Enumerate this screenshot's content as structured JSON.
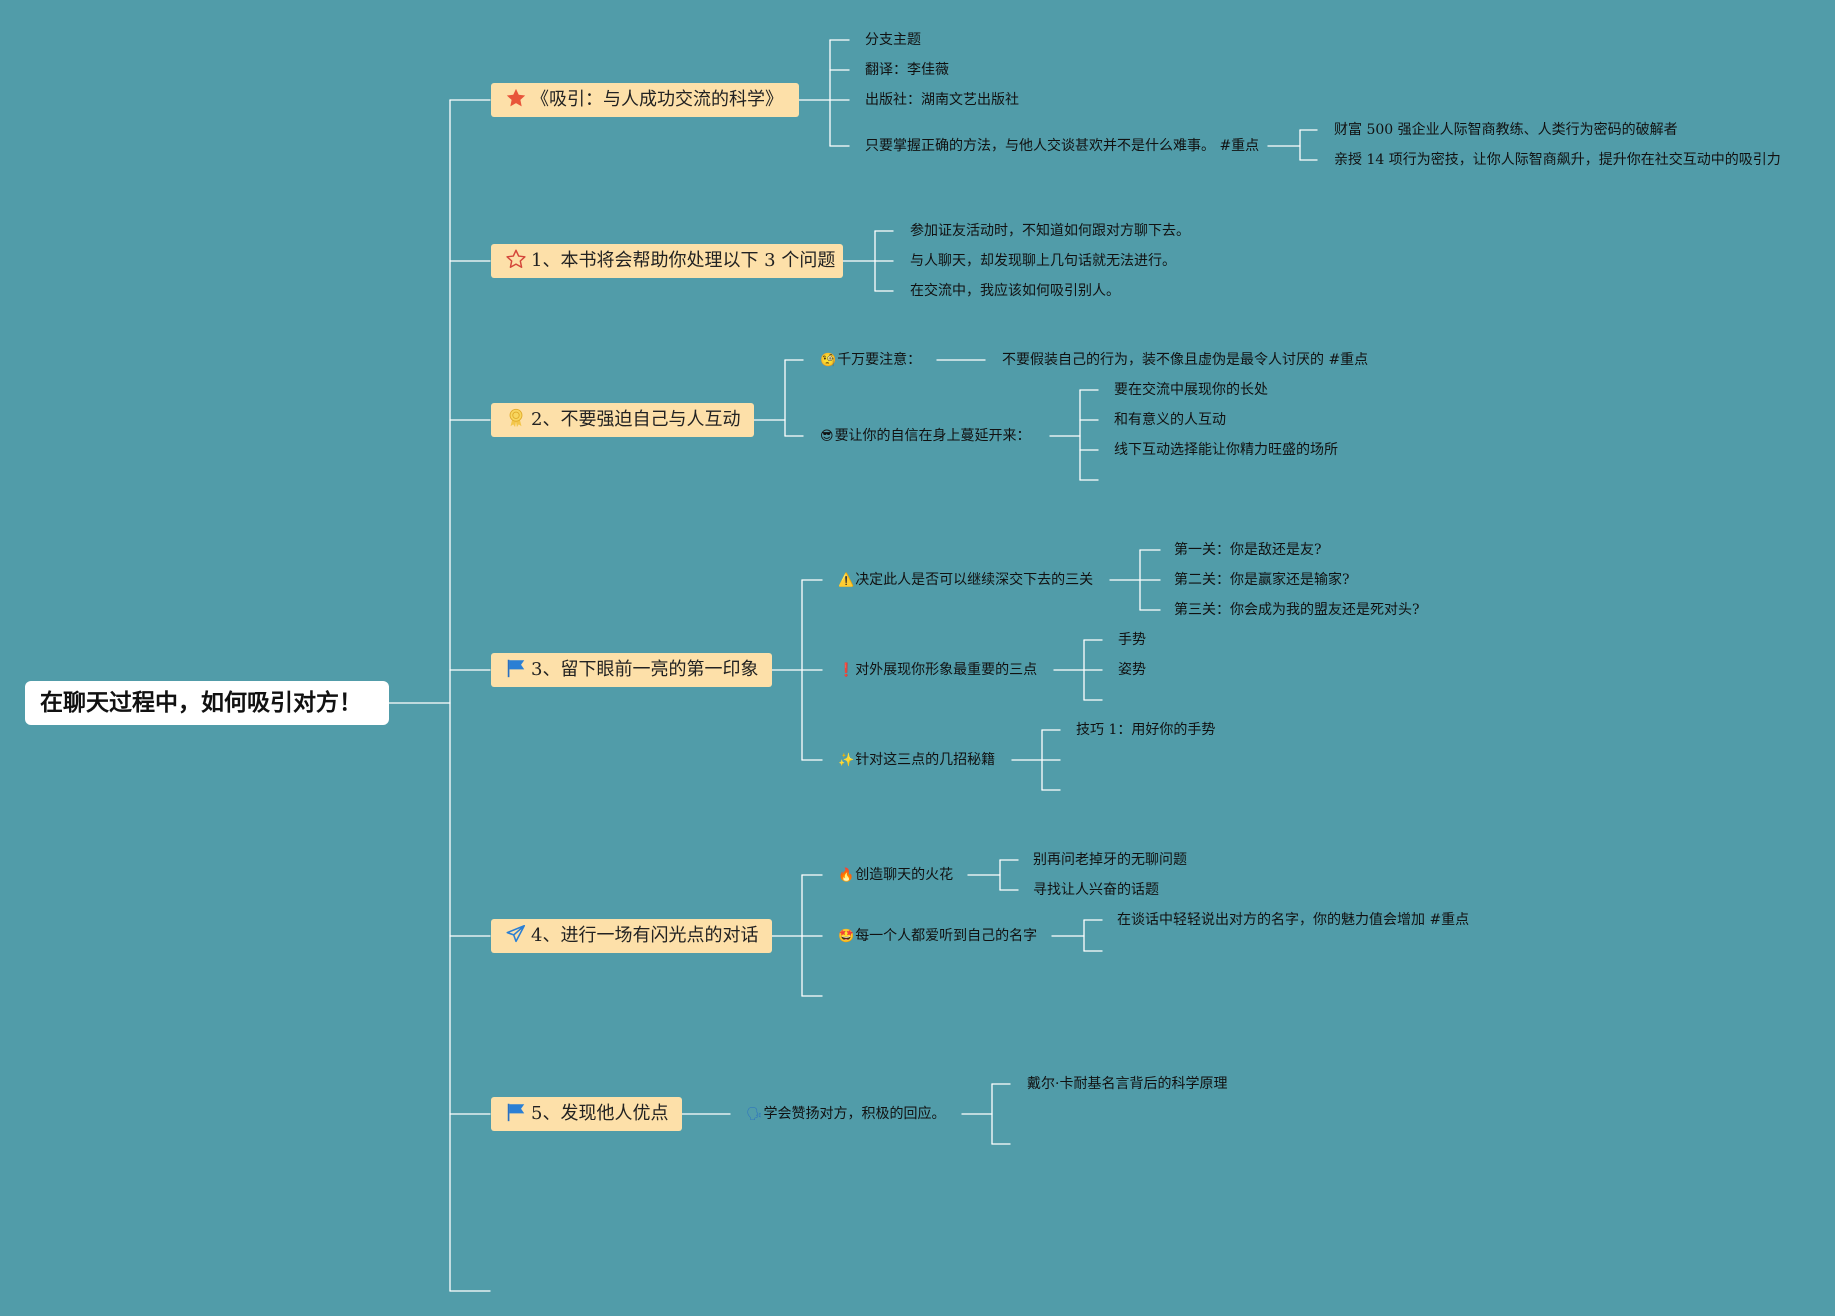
{
  "root": {
    "label": "在聊天过程中，如何吸引对方！"
  },
  "branches": [
    {
      "label": "《吸引：与人成功交流的科学》",
      "icon": "star-filled-icon",
      "children": [
        {
          "label": "分支主题"
        },
        {
          "label": "翻译：李佳薇"
        },
        {
          "label": "出版社：湖南文艺出版社"
        },
        {
          "label": "只要掌握正确的方法，与他人交谈甚欢并不是什么难事。 #重点",
          "children": [
            {
              "label": "财富 500 强企业人际智商教练、人类行为密码的破解者"
            },
            {
              "label": "亲授 14 项行为密技，让你人际智商飙升，提升你在社交互动中的吸引力"
            }
          ]
        }
      ]
    },
    {
      "label": "1、本书将会帮助你处理以下 3 个问题",
      "icon": "star-outline-icon",
      "children": [
        {
          "label": "参加证友活动时，不知道如何跟对方聊下去。"
        },
        {
          "label": "与人聊天，却发现聊上几句话就无法进行。"
        },
        {
          "label": "在交流中，我应该如何吸引别人。"
        }
      ]
    },
    {
      "label": "2、不要强迫自己与人互动",
      "icon": "award-ribbon-icon",
      "children": [
        {
          "label": "千万要注意：",
          "emoji": "🧐",
          "children": [
            {
              "label": "不要假装自己的行为，装不像且虚伪是最令人讨厌的 #重点"
            }
          ]
        },
        {
          "label": "要让你的自信在身上蔓延开来：",
          "emoji": "😎",
          "children": [
            {
              "label": "要在交流中展现你的长处"
            },
            {
              "label": "和有意义的人互动"
            },
            {
              "label": "线下互动选择能让你精力旺盛的场所"
            },
            {
              "label": ""
            }
          ]
        }
      ]
    },
    {
      "label": "3、留下眼前一亮的第一印象",
      "icon": "flag-icon",
      "children": [
        {
          "label": "决定此人是否可以继续深交下去的三关",
          "emoji": "⚠️",
          "children": [
            {
              "label": "第一关：你是敌还是友?"
            },
            {
              "label": "第二关：你是赢家还是输家?"
            },
            {
              "label": "第三关：你会成为我的盟友还是死对头?"
            }
          ]
        },
        {
          "label": "对外展现你形象最重要的三点",
          "emoji": "❗",
          "children": [
            {
              "label": "手势"
            },
            {
              "label": "姿势"
            },
            {
              "label": ""
            }
          ]
        },
        {
          "label": "针对这三点的几招秘籍",
          "emoji": "✨",
          "children": [
            {
              "label": "技巧 1：用好你的手势"
            },
            {
              "label": ""
            },
            {
              "label": ""
            }
          ]
        }
      ]
    },
    {
      "label": "4、进行一场有闪光点的对话",
      "icon": "paper-plane-icon",
      "children": [
        {
          "label": "创造聊天的火花",
          "emoji": "🔥",
          "children": [
            {
              "label": "别再问老掉牙的无聊问题"
            },
            {
              "label": "寻找让人兴奋的话题"
            }
          ]
        },
        {
          "label": "每一个人都爱听到自己的名字",
          "emoji": "🤩",
          "children": [
            {
              "label": "在谈话中轻轻说出对方的名字，你的魅力值会增加 #重点"
            },
            {
              "label": ""
            }
          ]
        },
        {
          "label": ""
        }
      ]
    },
    {
      "label": "5、发现他人优点",
      "icon": "flag-icon",
      "children": [
        {
          "label": "学会赞扬对方，积极的回应。",
          "emoji": "🗣",
          "children": [
            {
              "label": "戴尔·卡耐基名言背后的科学原理"
            },
            {
              "label": ""
            }
          ]
        }
      ]
    },
    {
      "label": ""
    }
  ],
  "colors": {
    "background": "#519ca9",
    "branch_fill": "#fde0a9",
    "connector": "#ffffff",
    "star_accent": "#e8553a",
    "flag_accent": "#2a7fd4"
  }
}
